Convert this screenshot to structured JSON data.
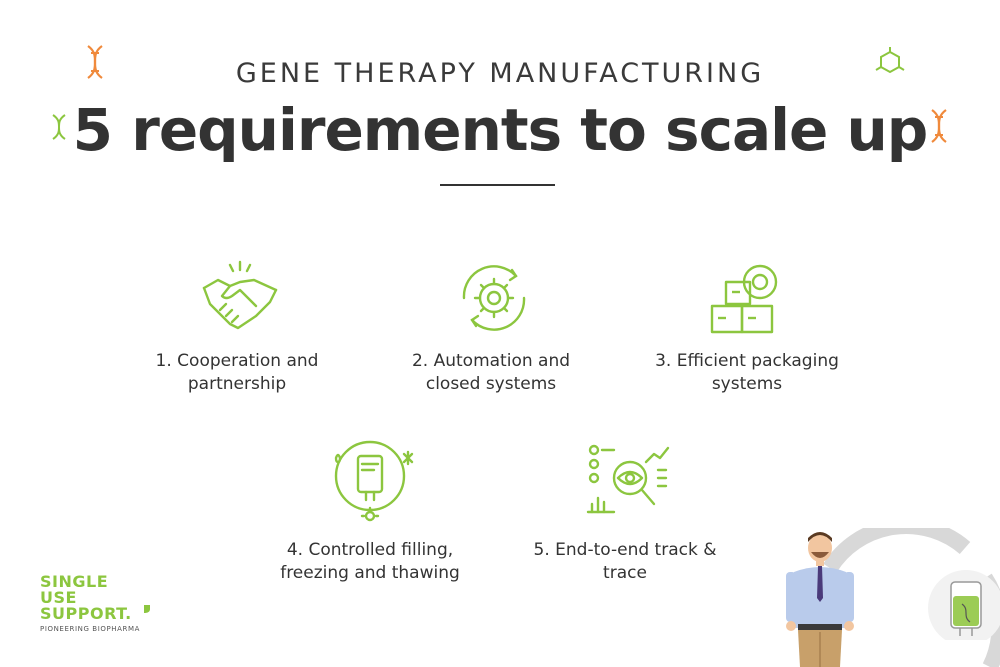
{
  "header": {
    "subtitle": "GENE THERAPY MANUFACTURING",
    "title": "5 requirements to scale up"
  },
  "requirements": [
    {
      "label": "1. Cooperation and\npartnership",
      "icon": "handshake-icon"
    },
    {
      "label": "2. Automation and\nclosed systems",
      "icon": "gear-cycle-icon"
    },
    {
      "label": "3. Efficient packaging\nsystems",
      "icon": "boxes-gear-icon"
    },
    {
      "label": "4. Controlled filling,\nfreezing and thawing",
      "icon": "cell-bag-icon"
    },
    {
      "label": "5. End-to-end track &\ntrace",
      "icon": "eye-analytics-icon"
    }
  ],
  "brand": {
    "line1": "SINGLE",
    "line2": "USE",
    "line3": "SUPPORT.",
    "tagline": "PIONEERING BIOPHARMA"
  },
  "colors": {
    "accent_green": "#8cc63f",
    "accent_orange": "#f08a3c",
    "text_dark": "#333333"
  }
}
